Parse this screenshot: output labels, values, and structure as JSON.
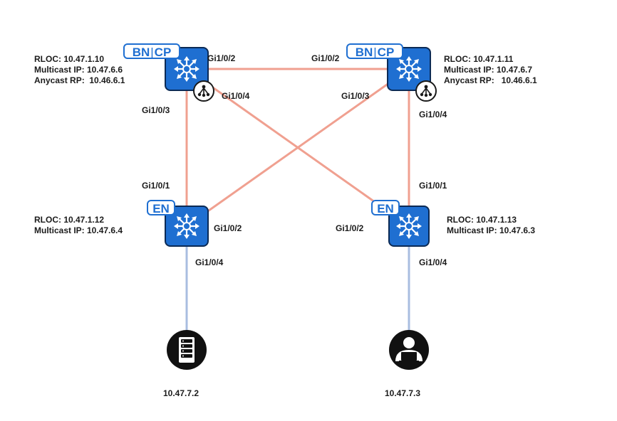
{
  "nodes": {
    "cp1": {
      "badge_a": "BN",
      "badge_b": "CP",
      "rloc": "RLOC: 10.47.1.10",
      "mcast": "Multicast IP: 10.47.6.6",
      "anycast": "Anycast RP:  10.46.6.1"
    },
    "cp2": {
      "badge_a": "BN",
      "badge_b": "CP",
      "rloc": "RLOC: 10.47.1.11",
      "mcast": "Multicast IP: 10.47.6.7",
      "anycast": "Anycast RP:   10.46.6.1"
    },
    "en1": {
      "badge": "EN",
      "rloc": "RLOC: 10.47.1.12",
      "mcast": "Multicast IP: 10.47.6.4"
    },
    "en2": {
      "badge": "EN",
      "rloc": "RLOC: 10.47.1.13",
      "mcast": "Multicast IP: 10.47.6.3"
    }
  },
  "ports": {
    "cp1_right": "Gi1/0/2",
    "cp1_diag": "Gi1/0/4",
    "cp1_down": "Gi1/0/3",
    "cp2_left": "Gi1/0/2",
    "cp2_diag": "Gi1/0/3",
    "cp2_down": "Gi1/0/4",
    "en1_up": "Gi1/0/1",
    "en1_diag": "Gi1/0/2",
    "en1_down": "Gi1/0/4",
    "en2_up": "Gi1/0/1",
    "en2_diag": "Gi1/0/2",
    "en2_down": "Gi1/0/4"
  },
  "hosts": {
    "server": {
      "ip": "10.47.7.2",
      "icon": "server-icon"
    },
    "user": {
      "ip": "10.47.7.3",
      "icon": "user-laptop-icon"
    }
  },
  "colors": {
    "fabric_link": "#f0a090",
    "access_link": "#a9bde0",
    "switch_fill": "#1f6fd1",
    "switch_border": "#0b2a55",
    "badge": "#1f6fd1"
  }
}
